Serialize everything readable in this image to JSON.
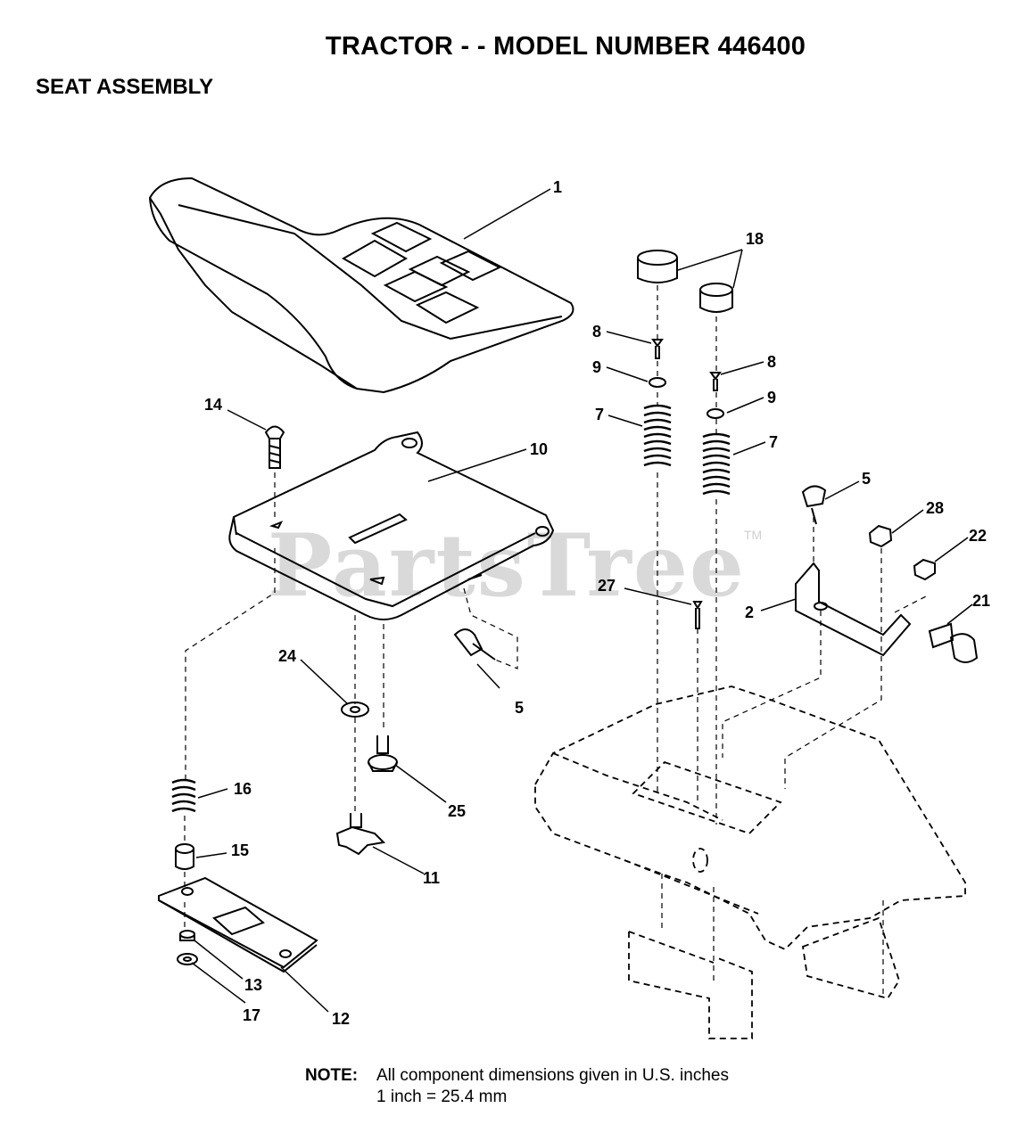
{
  "header": {
    "title": "TRACTOR - - MODEL NUMBER 446400",
    "section": "SEAT ASSEMBLY"
  },
  "watermark": {
    "text": "PartsTree",
    "trademark": "TM"
  },
  "callouts": {
    "c1": "1",
    "c18": "18",
    "c8a": "8",
    "c8b": "8",
    "c9a": "9",
    "c9b": "9",
    "c7a": "7",
    "c7b": "7",
    "c14": "14",
    "c10": "10",
    "c5a": "5",
    "c5b": "5",
    "c28": "28",
    "c22": "22",
    "c27": "27",
    "c2": "2",
    "c21": "21",
    "c24": "24",
    "c16": "16",
    "c25": "25",
    "c15": "15",
    "c11": "11",
    "c13": "13",
    "c12": "12",
    "c17": "17"
  },
  "note": {
    "label": "NOTE:",
    "line1": "All component dimensions given in U.S. inches",
    "line2": "1 inch = 25.4 mm"
  }
}
